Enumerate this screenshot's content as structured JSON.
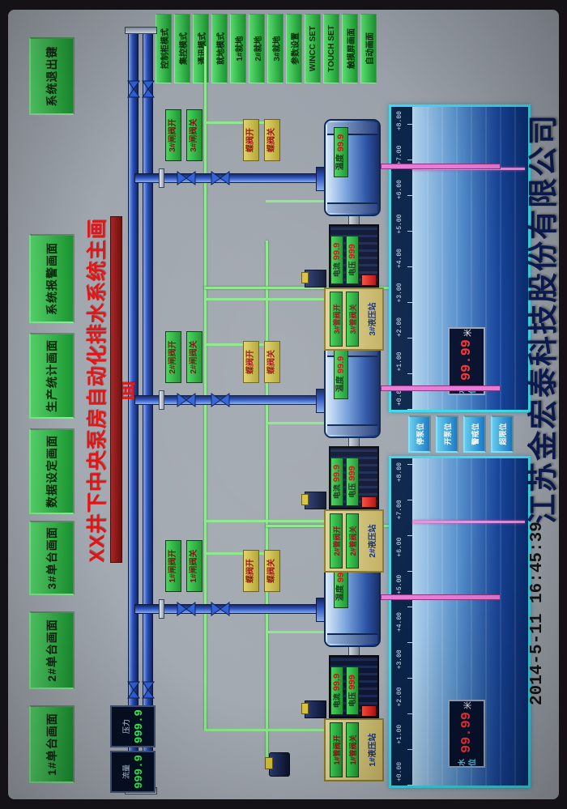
{
  "title": {
    "text": "XX井下中央泵房自动化排水系统主画面"
  },
  "menu": {
    "items": [
      "1#单台画面",
      "2#单台画面",
      "3#单台画面",
      "数据设定画面",
      "生产统计画面",
      "系统报警画面"
    ],
    "exit": "系统退出键"
  },
  "mode_buttons": {
    "items": [
      "控制柜模式",
      "集控模式",
      "通讯模式",
      "就地模式",
      "1#就地",
      "2#就地",
      "3#就地",
      "参数设置",
      "WINCC SET",
      "TOUCH SET",
      "触摸屏画面",
      "自动画面"
    ]
  },
  "main_readouts": {
    "flow_label": "流量",
    "flow_value": "999.9",
    "press_label": "压力",
    "press_value": "999.9"
  },
  "units": [
    {
      "id": "1#",
      "gate_open": "1#闸阀开",
      "gate_close": "1#闸阀关",
      "butterfly_open": "蝶阀开",
      "butterfly_close": "蝶阀关",
      "pump_temp_label": "温度",
      "pump_temp_value": "99.9",
      "motor_current_label": "电流",
      "motor_current_value": "99.9",
      "motor_voltage_label": "电压",
      "motor_voltage_value": "999",
      "pipe_valve_open": "1#管阀开",
      "pipe_valve_close": "1#管阀关",
      "hydraulic_station": "1#液压站"
    },
    {
      "id": "2#",
      "gate_open": "2#闸阀开",
      "gate_close": "2#闸阀关",
      "butterfly_open": "蝶阀开",
      "butterfly_close": "蝶阀关",
      "pump_temp_label": "温度",
      "pump_temp_value": "99.9",
      "motor_current_label": "电流",
      "motor_current_value": "99.9",
      "motor_voltage_label": "电压",
      "motor_voltage_value": "999",
      "pipe_valve_open": "2#管阀开",
      "pipe_valve_close": "2#管阀关",
      "hydraulic_station": "2#液压站"
    },
    {
      "id": "3#",
      "gate_open": "3#闸阀开",
      "gate_close": "3#闸阀关",
      "butterfly_open": "蝶阀开",
      "butterfly_close": "蝶阀关",
      "pump_temp_label": "温度",
      "pump_temp_value": "99.9",
      "motor_current_label": "电流",
      "motor_current_value": "99.9",
      "motor_voltage_label": "电压",
      "motor_voltage_value": "999",
      "pipe_valve_open": "3#管阀开",
      "pipe_valve_close": "3#管阀关",
      "hydraulic_station": "3#液压站"
    }
  ],
  "sumps": {
    "scale_labels": [
      "+0.00",
      "+1.00",
      "+2.00",
      "+3.00",
      "+4.00",
      "+5.00",
      "+6.00",
      "+7.00",
      "+8.00"
    ],
    "left_panel": {
      "level_label": "水位",
      "level_value": "99.99",
      "level_unit": "米"
    },
    "right_panel": {
      "level_label": "水位",
      "level_value": "99.99",
      "level_unit": "米"
    },
    "legend": [
      "停泵位",
      "开泵位",
      "警戒位",
      "超限位"
    ]
  },
  "footer": {
    "date_time": "2014-5-11  16:45:39",
    "company": "江苏金宏泰科技股份有限公司"
  },
  "colors": {
    "button_green": "#2fae46",
    "title_red": "#e41414",
    "pipe_blue": "#2a50c0",
    "aux_line_green": "#8ce88c",
    "water_cyan": "#40d8e8",
    "level_pink": "#ff86d8",
    "alarm_red": "#e81818",
    "digit_green": "#34ff54"
  }
}
